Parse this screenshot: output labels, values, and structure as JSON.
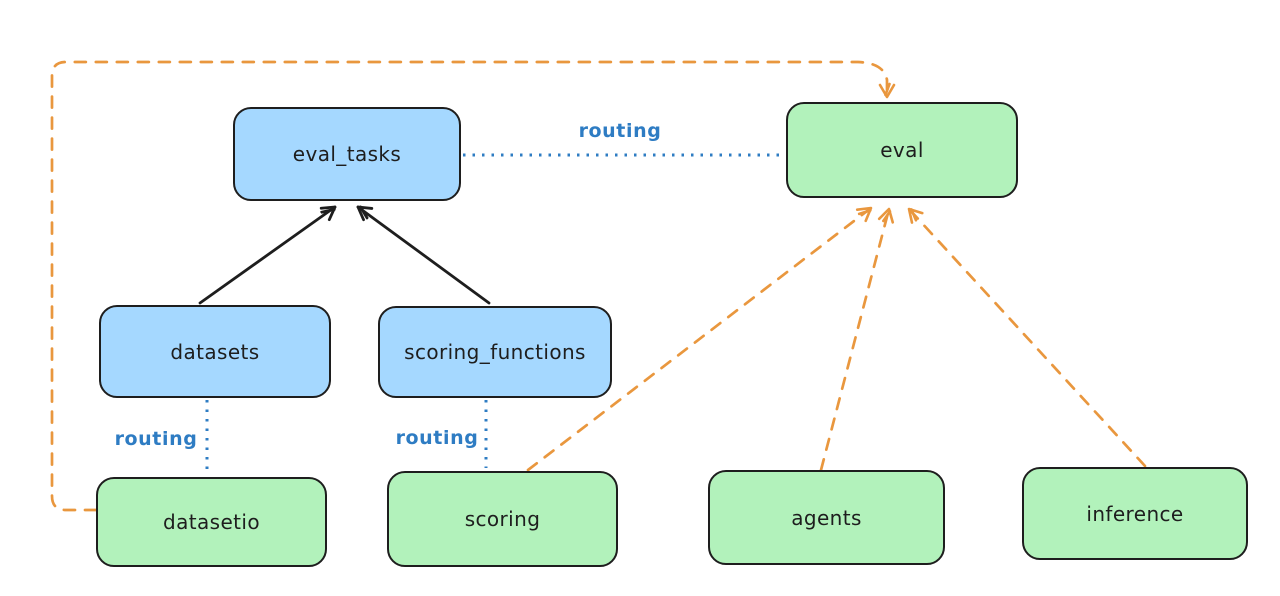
{
  "diagram": {
    "colors": {
      "blue_fill": "#a5d8ff",
      "green_fill": "#b2f2bb",
      "node_stroke": "#1e1e1e",
      "solid_edge": "#1e1e1e",
      "routing_blue": "#2e7cc3",
      "orange_accent": "#e9973e"
    },
    "nodes": {
      "eval_tasks": {
        "label": "eval_tasks",
        "type": "blue"
      },
      "eval": {
        "label": "eval",
        "type": "green"
      },
      "datasets": {
        "label": "datasets",
        "type": "blue"
      },
      "scoring_functions": {
        "label": "scoring_functions",
        "type": "blue"
      },
      "datasetio": {
        "label": "datasetio",
        "type": "green"
      },
      "scoring": {
        "label": "scoring",
        "type": "green"
      },
      "agents": {
        "label": "agents",
        "type": "green"
      },
      "inference": {
        "label": "inference",
        "type": "green"
      }
    },
    "edges": [
      {
        "from": "datasets",
        "to": "eval_tasks",
        "style": "solid-black-arrow"
      },
      {
        "from": "scoring_functions",
        "to": "eval_tasks",
        "style": "solid-black-arrow"
      },
      {
        "from": "eval_tasks",
        "to": "eval",
        "style": "dotted-blue",
        "label": "routing"
      },
      {
        "from": "datasets",
        "to": "datasetio",
        "style": "dotted-blue",
        "label": "routing"
      },
      {
        "from": "scoring_functions",
        "to": "scoring",
        "style": "dotted-blue",
        "label": "routing"
      },
      {
        "from": "datasetio",
        "to": "eval",
        "style": "dashed-orange-arrow"
      },
      {
        "from": "scoring",
        "to": "eval",
        "style": "dashed-orange-arrow"
      },
      {
        "from": "agents",
        "to": "eval",
        "style": "dashed-orange-arrow"
      },
      {
        "from": "inference",
        "to": "eval",
        "style": "dashed-orange-arrow"
      }
    ]
  }
}
